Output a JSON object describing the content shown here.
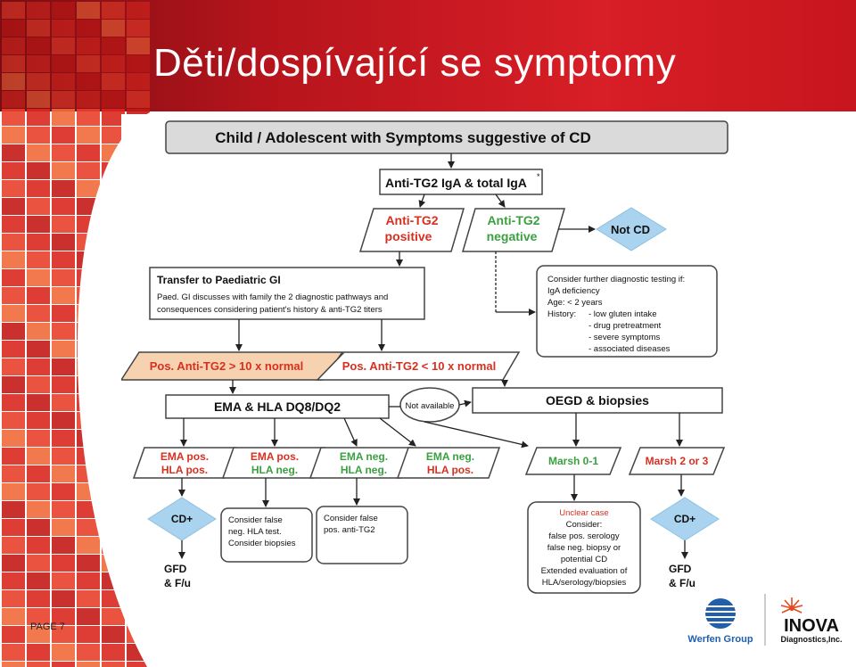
{
  "page": {
    "title": "Děti/dospívající se symptomy",
    "page_label": "PAGE 7"
  },
  "logos": {
    "werfen": "Werfen Group",
    "inova": "INOVA",
    "inova_sub": "Diagnostics,Inc."
  },
  "colors": {
    "header": "#c8161e",
    "red_text": "#d83020",
    "green_text": "#3aa040",
    "diamond": "#a9d3ef",
    "orange_fill": "#f7d2b0"
  },
  "flow": {
    "top": "Child / Adolescent with Symptoms suggestive of CD",
    "test": "Anti-TG2 IgA & total IgA",
    "test_sup": "*",
    "pos": [
      "Anti-TG2",
      "positive"
    ],
    "neg": [
      "Anti-TG2",
      "negative"
    ],
    "not_cd": "Not CD",
    "transfer_title": "Transfer to Paediatric GI",
    "transfer_body": [
      "Paed. GI discusses with family the 2 diagnostic pathways and",
      "consequences considering patient's history & anti-TG2 titers"
    ],
    "consider_title": "Consider further diagnostic testing if:",
    "consider_lines": [
      "IgA deficiency",
      "Age: < 2 years",
      "History:",
      "- low gluten intake",
      "- drug pretreatment",
      "- severe symptoms",
      "- associated diseases"
    ],
    "pos_high": "Pos. Anti-TG2 > 10 x normal",
    "pos_low": "Pos. Anti-TG2 < 10 x normal",
    "ema_hla": "EMA & HLA DQ8/DQ2",
    "not_available": "Not available",
    "oegd": "OEGD & biopsies",
    "r1": [
      "EMA pos.",
      "HLA pos."
    ],
    "r2": [
      "EMA pos.",
      "HLA neg."
    ],
    "r3": [
      "EMA neg.",
      "HLA neg."
    ],
    "r4": [
      "EMA neg.",
      "HLA pos."
    ],
    "marsh01": "Marsh 0-1",
    "marsh23": "Marsh 2 or 3",
    "cdplus": "CD+",
    "false_hla": [
      "Consider false",
      "neg. HLA test.",
      "Consider biopsies"
    ],
    "false_tg2": [
      "Consider false",
      "pos. anti-TG2"
    ],
    "unclear_title": "Unclear case",
    "unclear_lines": [
      "Consider:",
      "false pos. serology",
      "false neg. biopsy or",
      "potential CD",
      "Extended evaluation of",
      "HLA/serology/biopsies"
    ],
    "gfd": [
      "GFD",
      "& F/u"
    ]
  }
}
